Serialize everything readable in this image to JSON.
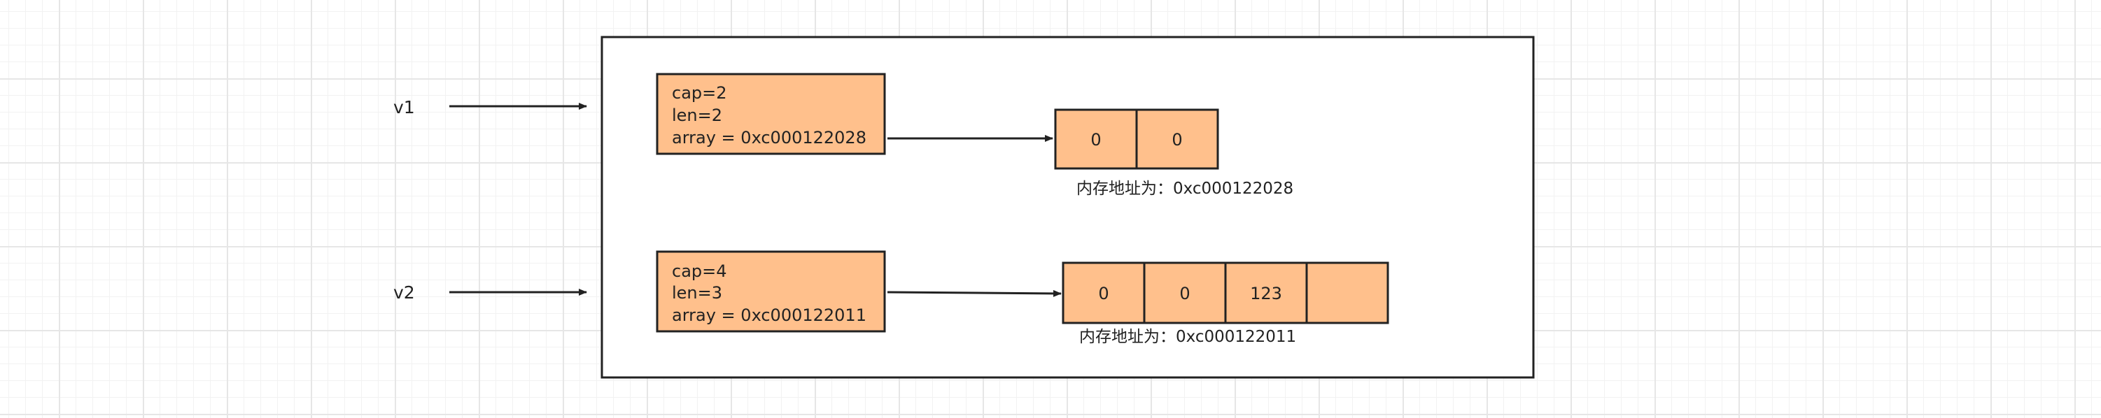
{
  "diagram": {
    "colors": {
      "box_fill": "#ffc08c",
      "stroke": "#222222",
      "text": "#222222"
    },
    "variables": [
      {
        "label": "v1"
      },
      {
        "label": "v2"
      }
    ],
    "headers": [
      {
        "lines": [
          "cap=2",
          "len=2",
          "array = 0xc000122028"
        ]
      },
      {
        "lines": [
          "cap=4",
          "len=3",
          "array = 0xc000122011"
        ]
      }
    ],
    "arrays": [
      {
        "cells": [
          "0",
          "0"
        ],
        "address": "内存地址为：0xc000122028"
      },
      {
        "cells": [
          "0",
          "0",
          "123",
          ""
        ],
        "address": "内存地址为：0xc000122011"
      }
    ]
  }
}
